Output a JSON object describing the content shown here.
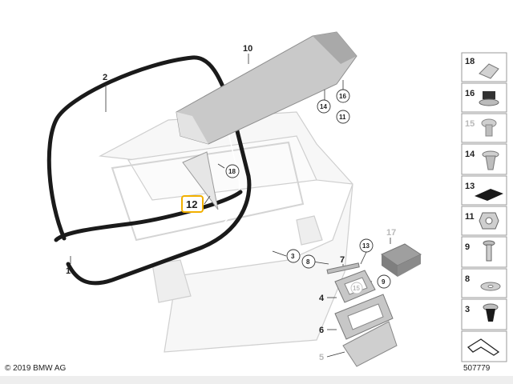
{
  "callouts": {
    "c1": "1",
    "c2": "2",
    "c10": "10",
    "c12": "12",
    "c14": "14",
    "c16": "16",
    "c11": "11",
    "c18": "18",
    "c3": "3",
    "c8": "8",
    "c7": "7",
    "c13": "13",
    "c17": "17",
    "c9": "9",
    "c15": "15",
    "c4": "4",
    "c6": "6",
    "c5": "5"
  },
  "legend": {
    "items": [
      {
        "label": "18",
        "icon": "edge-clip-icon"
      },
      {
        "label": "16",
        "icon": "expanding-nut-icon"
      },
      {
        "label": "15",
        "icon": "screw-grommet-icon"
      },
      {
        "label": "14",
        "icon": "push-clip-icon"
      },
      {
        "label": "13",
        "icon": "foam-pad-icon"
      },
      {
        "label": "11",
        "icon": "hex-nut-icon"
      },
      {
        "label": "9",
        "icon": "screw-icon"
      },
      {
        "label": "8",
        "icon": "washer-icon"
      },
      {
        "label": "3",
        "icon": "plug-clip-icon"
      }
    ],
    "arrow": "assembly-arrow-icon"
  },
  "footer": {
    "copyright": "© 2019 BMW AG",
    "image_id": "507779"
  },
  "colors": {
    "highlight": "#f2b000",
    "part_grey": "#c9c9c9",
    "seal_black": "#1a1a1a",
    "outline": "#555555"
  }
}
